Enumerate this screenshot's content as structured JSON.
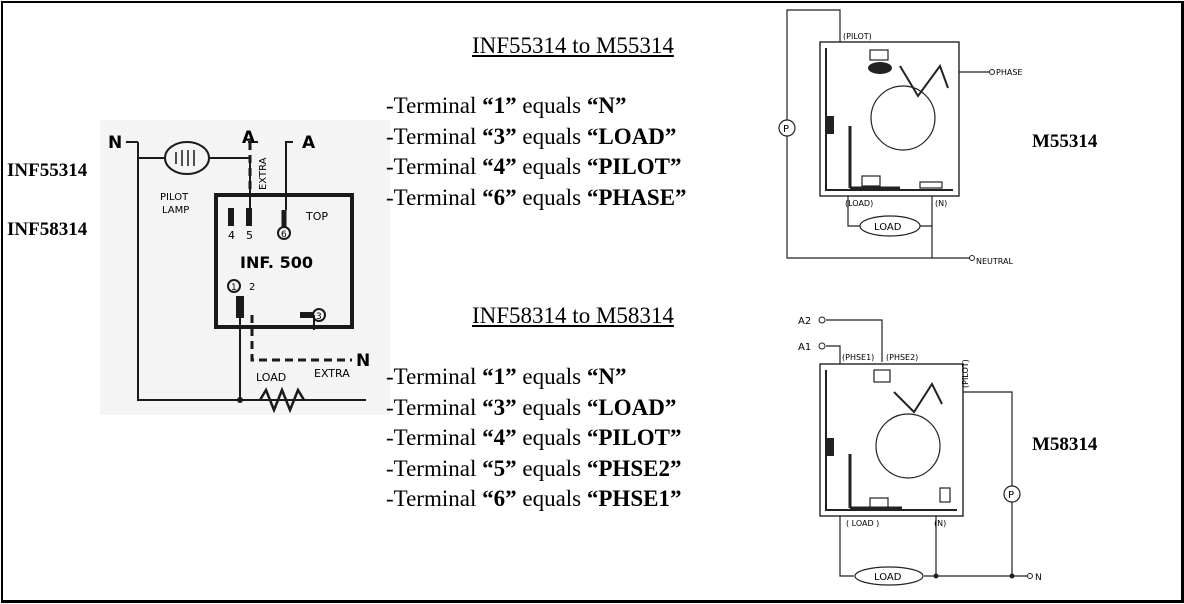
{
  "left_diagram": {
    "labels": {
      "n_top": "N",
      "a_top_left": "A",
      "a_top_right": "A",
      "extra_vertical": "EXTRA",
      "pilot_line1": "PILOT",
      "pilot_line2": "LAMP",
      "term_4": "4",
      "term_5": "5",
      "term_6": "6",
      "term_1": "1",
      "term_2": "2",
      "term_3": "3",
      "top": "TOP",
      "model": "INF. 500",
      "load": "LOAD",
      "extra_bottom": "EXTRA",
      "n_right": "N"
    },
    "side_tags": [
      "INF55314",
      "INF58314"
    ]
  },
  "section1": {
    "title": "INF55314 to M55314",
    "rows": [
      {
        "prefix": "-Terminal ",
        "term": "“1”",
        "mid": " equals ",
        "value": "“N”"
      },
      {
        "prefix": "-Terminal ",
        "term": "“3”",
        "mid": " equals ",
        "value": "“LOAD”"
      },
      {
        "prefix": "-Terminal ",
        "term": "“4”",
        "mid": " equals ",
        "value": "“PILOT”"
      },
      {
        "prefix": "-Terminal ",
        "term": "“6”",
        "mid": " equals ",
        "value": "“PHASE”"
      }
    ]
  },
  "section2": {
    "title": "INF58314 to M58314",
    "rows": [
      {
        "prefix": "-Terminal ",
        "term": "“1”",
        "mid": " equals ",
        "value": "“N”"
      },
      {
        "prefix": "-Terminal ",
        "term": "“3”",
        "mid": " equals ",
        "value": "“LOAD”"
      },
      {
        "prefix": "-Terminal ",
        "term": "“4”",
        "mid": " equals ",
        "value": "“PILOT”"
      },
      {
        "prefix": "-Terminal ",
        "term": "“5”",
        "mid": " equals ",
        "value": "“PHSE2”"
      },
      {
        "prefix": "-Terminal ",
        "term": "“6”",
        "mid": " equals ",
        "value": "“PHSE1”"
      }
    ]
  },
  "m55314_diagram": {
    "model": "M55314",
    "labels": {
      "pilot": "(PILOT)",
      "phase": "PHASE",
      "p": "P",
      "load_term": "(LOAD)",
      "n_term": "(N)",
      "load": "LOAD",
      "neutral": "NEUTRAL"
    }
  },
  "m58314_diagram": {
    "model": "M58314",
    "labels": {
      "a2": "A2",
      "a1": "A1",
      "phse1": "(PHSE1)",
      "phse2": "(PHSE2)",
      "pilot": "(PILOT)",
      "p": "P",
      "load_term": "( LOAD )",
      "n_term": "(N)",
      "load": "LOAD",
      "n": "N"
    }
  }
}
